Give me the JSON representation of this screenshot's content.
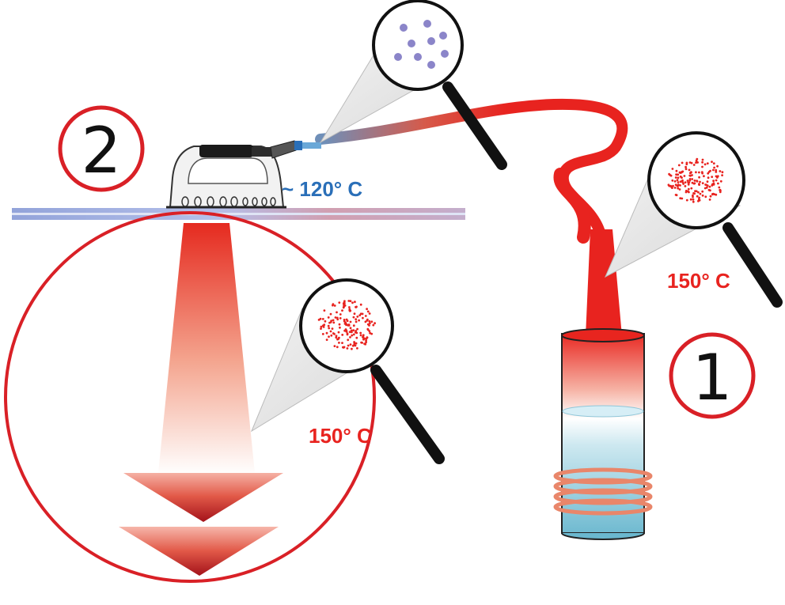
{
  "steps": {
    "step1": "1",
    "step2": "2"
  },
  "temperatures": {
    "hose_outlet": "~ 120° C",
    "boiler_steam": "150° C",
    "steam_jet": "150° C"
  },
  "colors": {
    "hot_red": "#e8231f",
    "cool_blue": "#2a6fb8",
    "water": "#a9d5e6",
    "ring_red": "#d92026",
    "coil": "#e9866a"
  },
  "icons": {
    "magnifier_cool": "magnifier-cool-droplets-icon",
    "magnifier_hot": "magnifier-dense-steam-icon",
    "iron": "steam-iron-icon",
    "boiler": "boiler-tank-icon"
  }
}
